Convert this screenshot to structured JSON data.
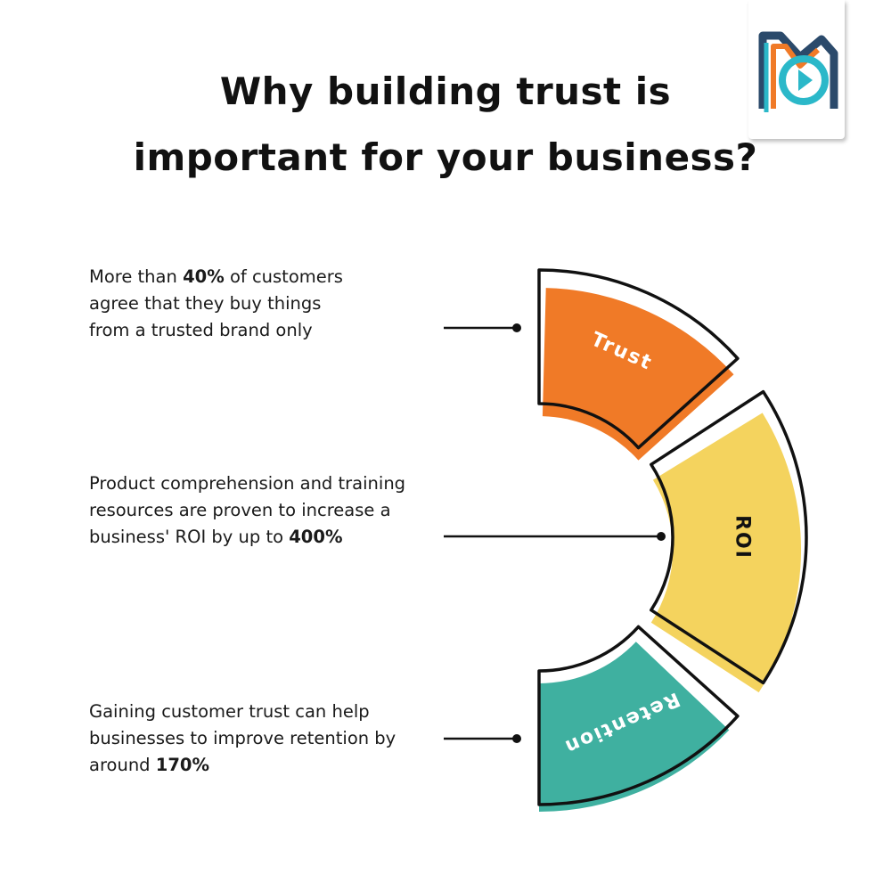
{
  "title": {
    "line1": "Why building trust is",
    "line2": "important for your business?"
  },
  "logo": {
    "icon": "play-logo-icon"
  },
  "colors": {
    "trust": "#f07a27",
    "roi": "#f4d35e",
    "retention": "#3fb0a0",
    "outline": "#111111"
  },
  "points": [
    {
      "segment": "Trust",
      "parts": [
        {
          "text": "More than ",
          "bold": false
        },
        {
          "text": "40%",
          "bold": true
        },
        {
          "text": " of customers agree that they buy things from a trusted brand only",
          "bold": false
        }
      ]
    },
    {
      "segment": "ROI",
      "parts": [
        {
          "text": "Product comprehension and training resources are proven to increase a business' ROI by up to ",
          "bold": false
        },
        {
          "text": "400%",
          "bold": true
        }
      ]
    },
    {
      "segment": "Retention",
      "parts": [
        {
          "text": "Gaining customer trust can help businesses to improve retention by around ",
          "bold": false
        },
        {
          "text": "170%",
          "bold": true
        }
      ]
    }
  ]
}
